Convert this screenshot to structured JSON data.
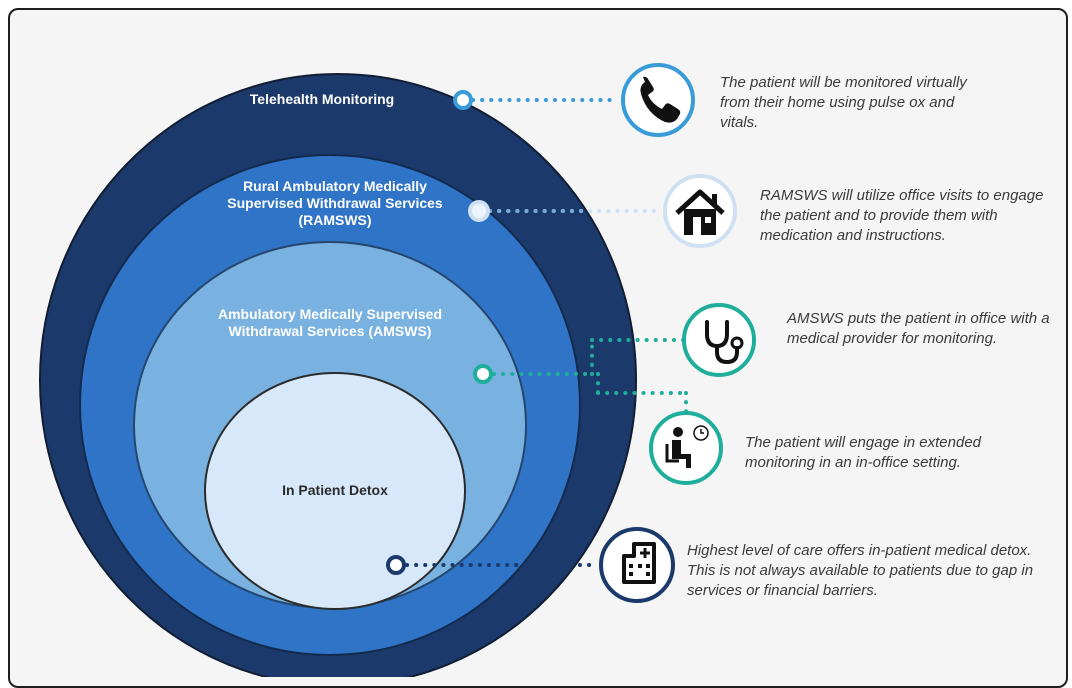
{
  "levels": [
    {
      "label": "Telehealth Monitoring",
      "description": "The patient will be monitored virtually from their home using pulse ox and vitals.",
      "icon": "phone-icon",
      "color": "#1b3a6b",
      "accent": "#3a9bd9"
    },
    {
      "label": "Rural Ambulatory Medically Supervised Withdrawal Services (RAMSWS)",
      "description": "RAMSWS will utilize office visits to engage the patient and to provide them with medication and instructions.",
      "icon": "house-icon",
      "color": "#2f74c7",
      "accent": "#cfe0f2"
    },
    {
      "label": "Ambulatory Medically Supervised Withdrawal Services (AMSWS)",
      "description": "AMSWS puts the patient in office with a medical provider for monitoring.",
      "icon": "stethoscope-icon",
      "color": "#79b2e0",
      "accent": "#1fae9b"
    },
    {
      "description": "The patient will engage in extended monitoring in an in-office setting.",
      "icon": "seated-patient-clock-icon",
      "accent": "#1fae9b"
    },
    {
      "label": "In Patient Detox",
      "description": "Highest level of care offers in-patient medical detox. This is not always available to patients due to gap in services or financial barriers.",
      "icon": "hospital-icon",
      "color": "#d6e8fa",
      "accent": "#1b3a6b"
    }
  ]
}
